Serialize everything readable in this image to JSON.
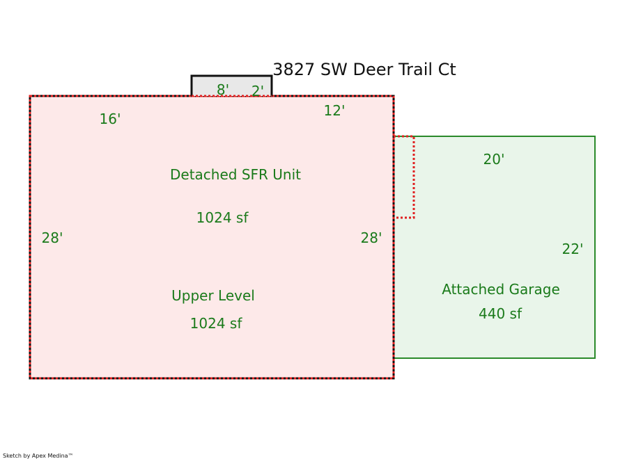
{
  "sketch": {
    "title": "3827 SW Deer Trail Ct",
    "credit": "Sketch by Apex Medina™",
    "colors": {
      "sfr_fill": "#fde9e9",
      "garage_fill": "#e9f5ea",
      "garage_stroke": "#2a8a2a",
      "bump_fill": "#e8e8e8",
      "outline": "#111111",
      "dotted": "#e02020",
      "label": "#1a7a1a"
    },
    "sfr": {
      "name": "Detached SFR Unit",
      "area": "1024 sf",
      "upper_name": "Upper Level",
      "upper_area": "1024 sf",
      "dim_top_left": "16'",
      "dim_top_right": "12'",
      "dim_left": "28'",
      "dim_right": "28'"
    },
    "bump": {
      "dim_width": "8'",
      "dim_depth": "2'"
    },
    "garage": {
      "name": "Attached Garage",
      "area": "440 sf",
      "dim_top": "20'",
      "dim_right": "22'"
    }
  }
}
